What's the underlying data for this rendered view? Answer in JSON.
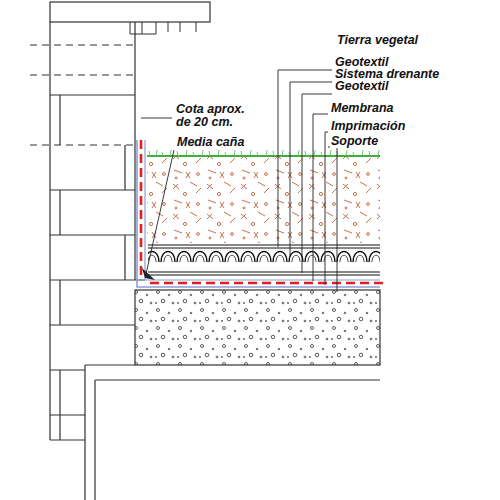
{
  "diagram": {
    "labels": [
      "Tierra vegetal",
      "Geotextil",
      "Sistema drenante",
      "Geotextil",
      "Membrana",
      "Imprimación",
      "Soporte",
      "Cota aprox. de 20 cm.",
      "Media caña"
    ]
  }
}
